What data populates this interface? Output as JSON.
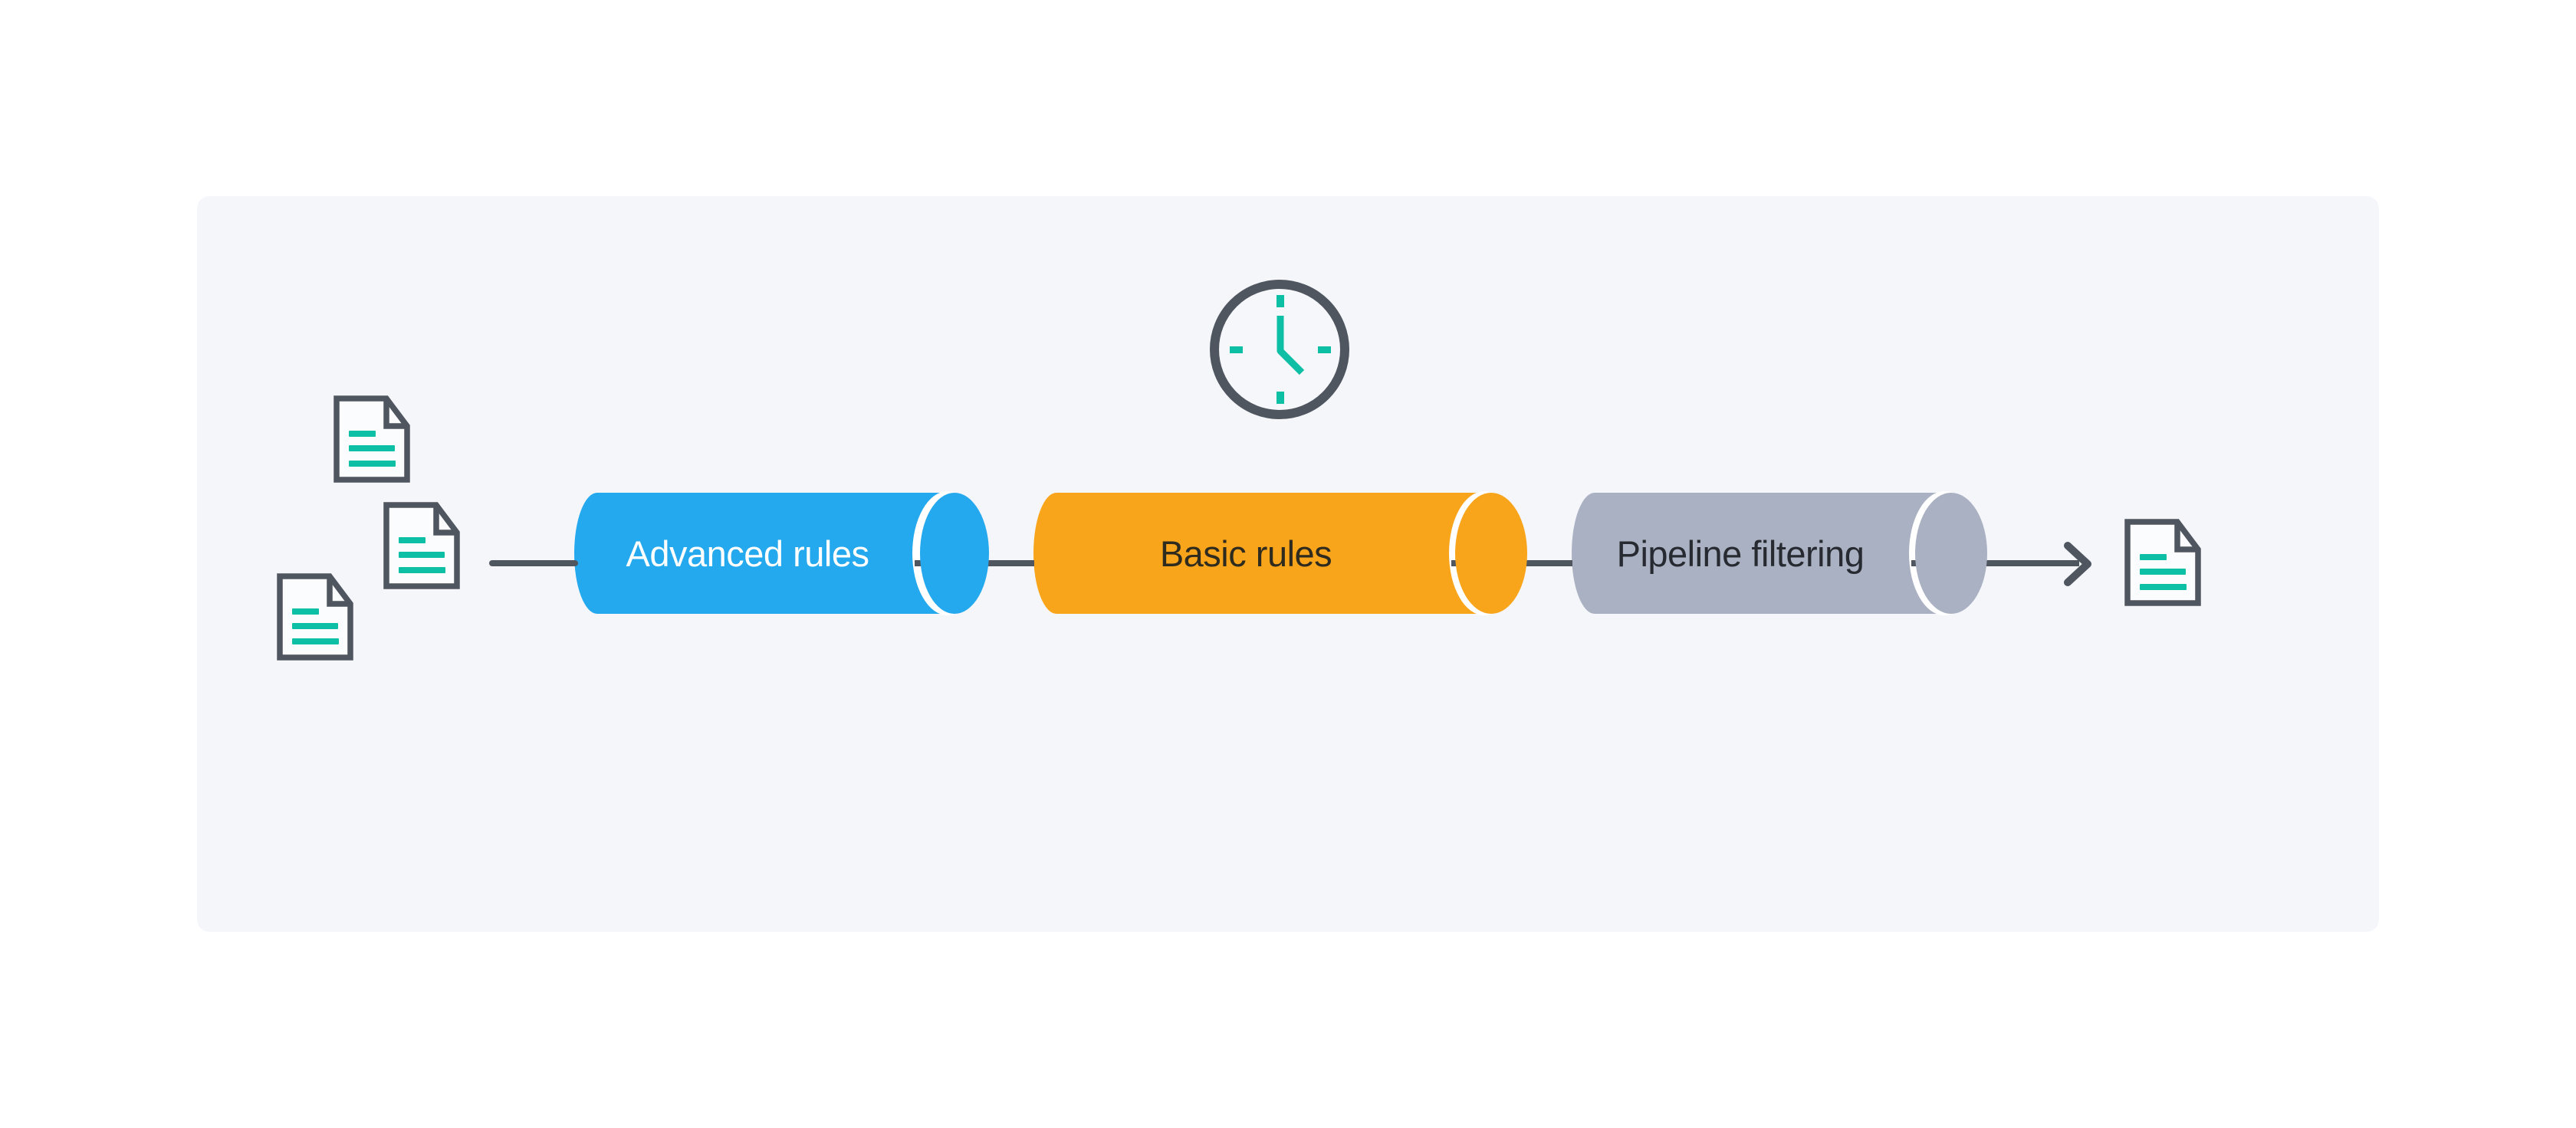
{
  "diagram": {
    "title": "rules-pipeline-flow",
    "stages": [
      {
        "id": "advanced-rules",
        "label": "Advanced rules",
        "shape": "cylinder",
        "color_key": "blue",
        "text_color_key": "label_on_blue"
      },
      {
        "id": "basic-rules",
        "label": "Basic rules",
        "shape": "cylinder",
        "color_key": "orange",
        "text_color_key": "label_on_orange"
      },
      {
        "id": "pipeline-filtering",
        "label": "Pipeline filtering",
        "shape": "cylinder",
        "color_key": "gray",
        "text_color_key": "label_on_gray"
      }
    ],
    "inputs": {
      "count": 3,
      "icon": "document-icon"
    },
    "output": {
      "count": 1,
      "icon": "document-icon"
    },
    "icons": {
      "clock": "clock-icon",
      "document": "document-icon",
      "arrow": "arrow-right-icon"
    },
    "flow": [
      "documents",
      "Advanced rules",
      "Basic rules",
      "Pipeline filtering",
      "document"
    ]
  },
  "colors": {
    "page_bg": "#ffffff",
    "panel": "#f4f6fa",
    "slate": "#50565f",
    "teal": "#0dbfa4",
    "blue": "#24a9ee",
    "orange": "#f9a51b",
    "gray": "#a9b1c2",
    "white": "#ffffff",
    "doc_fill": "#fbfcfe",
    "clock_face": "#f5f7fa",
    "label_on_blue": "#ffffff",
    "label_on_orange": "#2f2b1e",
    "label_on_gray": "#272b31"
  }
}
